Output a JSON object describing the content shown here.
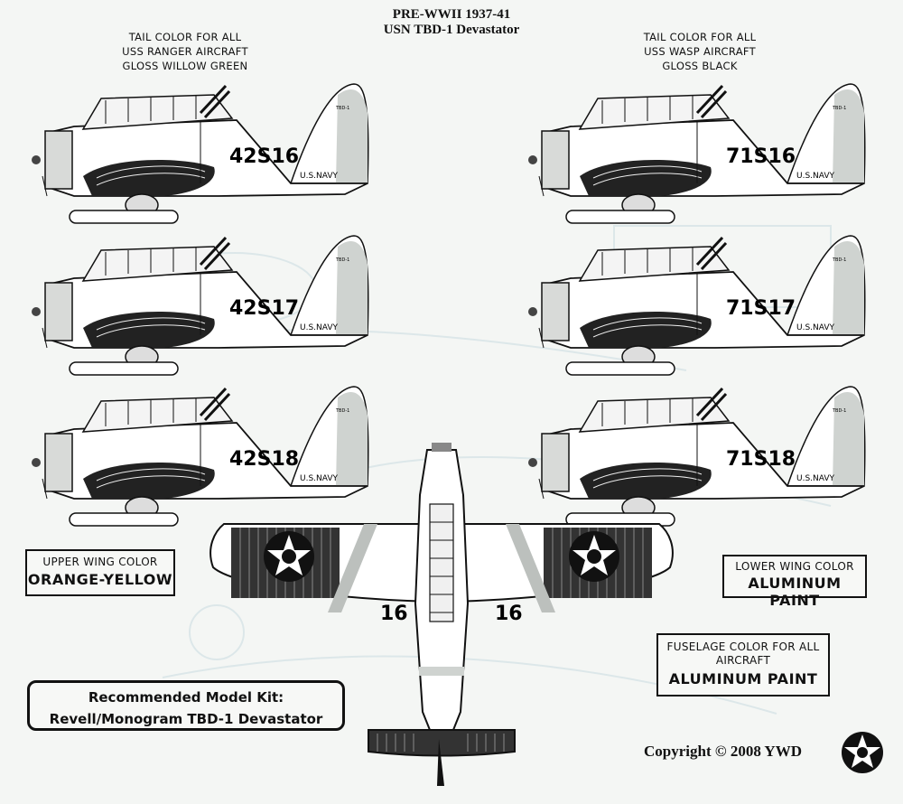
{
  "header": {
    "line1": "PRE-WWII 1937-41",
    "line2": "USN TBD-1 Devastator"
  },
  "tail_notes": {
    "ranger": [
      "TAIL COLOR FOR ALL",
      "USS RANGER AIRCRAFT",
      "GLOSS WILLOW GREEN"
    ],
    "wasp": [
      "TAIL COLOR FOR ALL",
      "USS WASP AIRCRAFT",
      "GLOSS BLACK"
    ]
  },
  "aircraft": [
    {
      "code": "42S16",
      "markings": "U.S.NAVY",
      "fin": "TBD-1"
    },
    {
      "code": "42S17",
      "markings": "U.S.NAVY",
      "fin": "TBD-1"
    },
    {
      "code": "42S18",
      "markings": "U.S.NAVY",
      "fin": "TBD-1"
    },
    {
      "code": "71S16",
      "markings": "U.S.NAVY",
      "fin": "TBD-1"
    },
    {
      "code": "71S17",
      "markings": "U.S.NAVY",
      "fin": "TBD-1"
    },
    {
      "code": "71S18",
      "markings": "U.S.NAVY",
      "fin": "TBD-1"
    }
  ],
  "top_view": {
    "wing_number": "16"
  },
  "boxes": {
    "upper_wing": {
      "label": "UPPER WING COLOR",
      "value": "ORANGE-YELLOW"
    },
    "lower_wing": {
      "label": "LOWER WING COLOR",
      "value": "ALUMINUM PAINT"
    },
    "fuselage": {
      "label1": "FUSELAGE COLOR FOR ALL",
      "label2": "AIRCRAFT",
      "value": "ALUMINUM PAINT"
    }
  },
  "kit": {
    "line1": "Recommended Model Kit:",
    "line2": "Revell/Monogram TBD-1 Devastator"
  },
  "copyright": "Copyright © 2008 YWD",
  "colors": {
    "ink": "#111111",
    "paper": "#f4f6f4",
    "ghost": "#7fb0c8"
  },
  "icons": [
    "star-roundel-icon"
  ]
}
